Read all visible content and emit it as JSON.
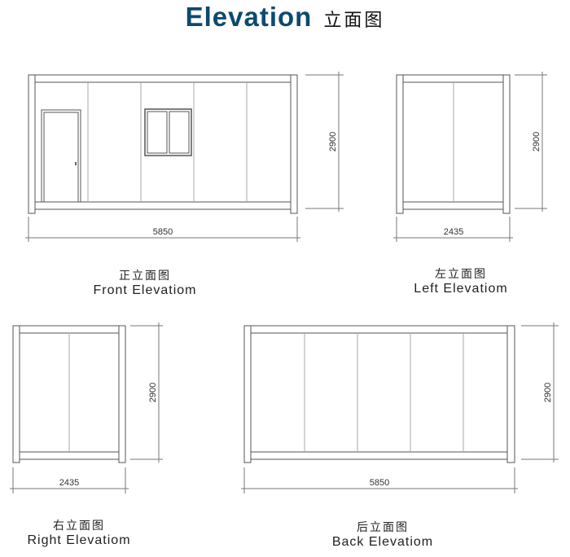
{
  "title": {
    "en": "Elevation",
    "zh": "立面图"
  },
  "views": [
    {
      "zh": "正立面图",
      "en": "Front Elevatiom",
      "width": "5850",
      "height": "2900"
    },
    {
      "zh": "左立面图",
      "en": "Left Elevatiom",
      "width": "2435",
      "height": "2900"
    },
    {
      "zh": "右立面图",
      "en": "Right Elevatiom",
      "width": "2435",
      "height": "2900"
    },
    {
      "zh": "后立面图",
      "en": "Back Elevatiom",
      "width": "5850",
      "height": "2900"
    }
  ]
}
